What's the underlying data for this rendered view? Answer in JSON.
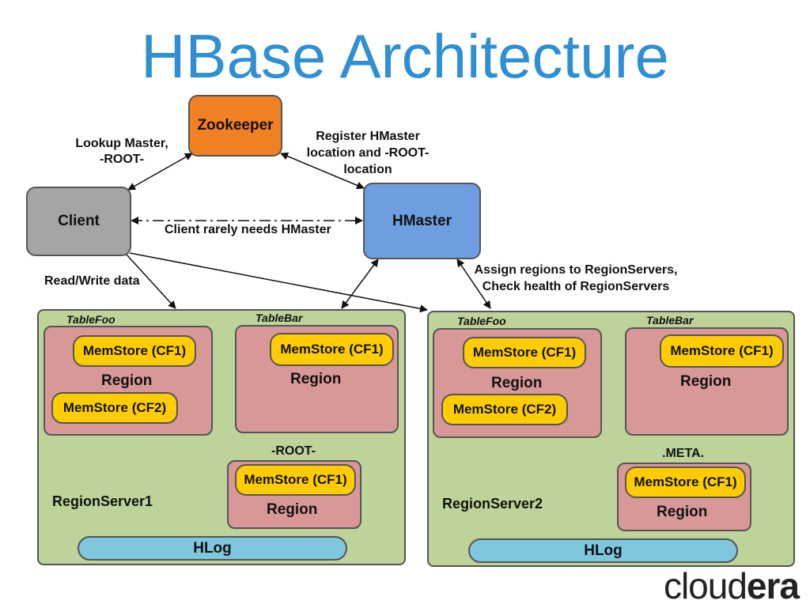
{
  "title": "HBase Architecture",
  "nodes": {
    "zookeeper": "Zookeeper",
    "client": "Client",
    "hmaster": "HMaster"
  },
  "edge_labels": {
    "lookup": "Lookup Master,\n-ROOT-",
    "register": "Register HMaster\nlocation and -ROOT-\nlocation",
    "client_rarely": "Client rarely needs HMaster",
    "read_write": "Read/Write data",
    "assign": "Assign regions to RegionServers,\nCheck health of RegionServers"
  },
  "region_servers": [
    {
      "name": "RegionServer1",
      "tables": [
        "TableFoo",
        "TableBar"
      ],
      "special_label": "-ROOT-",
      "hlog": "HLog"
    },
    {
      "name": "RegionServer2",
      "tables": [
        "TableFoo",
        "TableBar"
      ],
      "special_label": ".META.",
      "hlog": "HLog"
    }
  ],
  "region_label": "Region",
  "memstore_cf1": "MemStore (CF1)",
  "memstore_cf2": "MemStore (CF2)",
  "logo": {
    "prefix": "cloud",
    "suffix": "era"
  },
  "colors": {
    "title": "#2f8fd3",
    "zookeeper": "#f08024",
    "client": "#a5a5a5",
    "hmaster": "#6f9ee0",
    "regionserver": "#bdd39a",
    "region": "#d99898",
    "memstore": "#ffcc00",
    "hlog": "#7fc7df"
  }
}
